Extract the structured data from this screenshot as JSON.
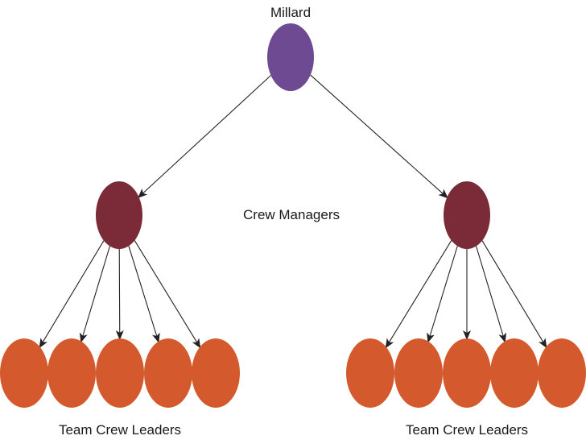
{
  "diagram": {
    "root": {
      "label": "Millard",
      "color": "#6d4a92"
    },
    "managers": {
      "label": "Crew Managers",
      "color": "#7b2a37",
      "count": 2
    },
    "leaders": {
      "left_label": "Team Crew Leaders",
      "right_label": "Team Crew Leaders",
      "color": "#d45a2e",
      "per_manager": 5
    },
    "edge_color": "#222222"
  }
}
